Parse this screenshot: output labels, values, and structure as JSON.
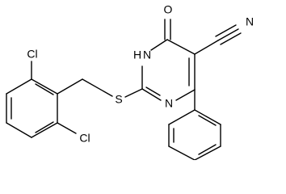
{
  "molecule": {
    "atoms": {
      "cl_top": "Cl",
      "cl_bottom": "Cl",
      "sulfur": "S",
      "nitrogen_h": "H",
      "nitrogen_n_upper": "N",
      "nitrogen_n_lower": "N",
      "oxygen": "O",
      "nitrile_n": "N"
    }
  }
}
